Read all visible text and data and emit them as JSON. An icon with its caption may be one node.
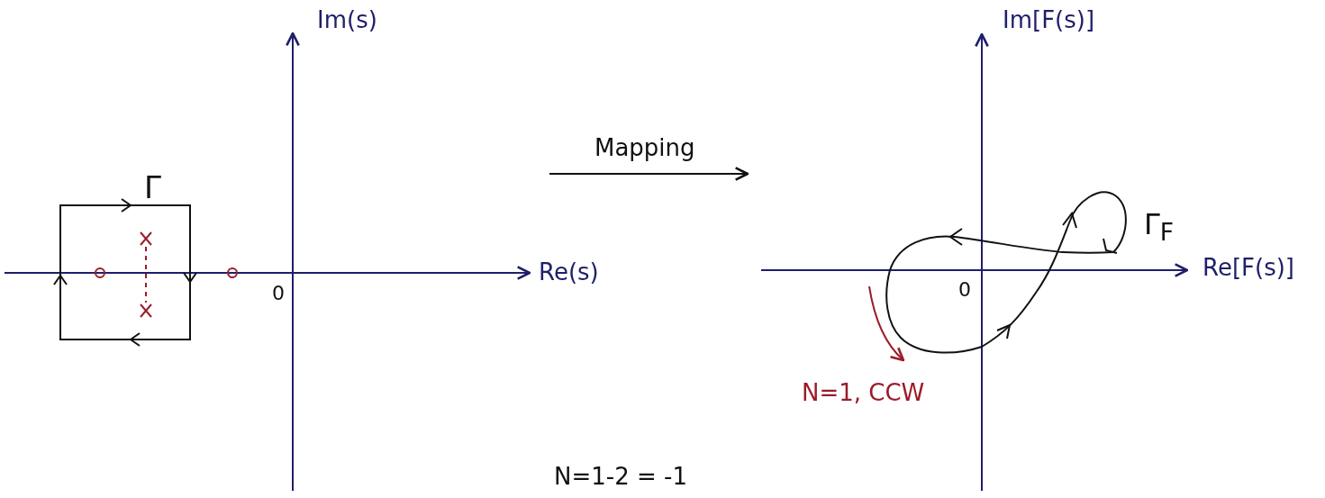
{
  "diagram": {
    "labels": [
      "Im(s)",
      "Im[F(s)]",
      "Mapping",
      "Γ",
      "Γ$_{F}$",
      "Re(s)",
      "Re[F(s)]",
      "0",
      "0",
      "N=1, CCW",
      "N=1-2 = -1"
    ]
  }
}
